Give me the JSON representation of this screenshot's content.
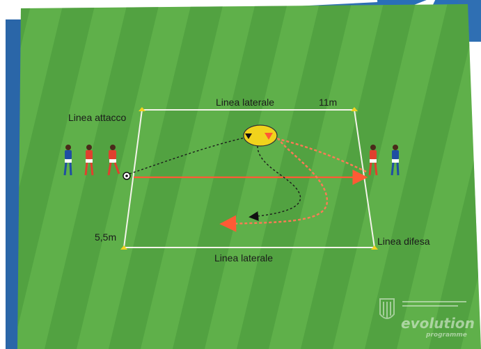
{
  "labels": {
    "top_sideline": "Linea laterale",
    "bottom_sideline": "Linea laterale",
    "attack_line": "Linea attacco",
    "defense_line": "Linea difesa",
    "length": "11m",
    "width": "5,5m"
  },
  "watermark": {
    "brand": "evolution",
    "tagline": "programme"
  },
  "colors": {
    "field_light": "#5fb04a",
    "field_dark": "#47983a",
    "page_blue": "#2f6fb3",
    "field_lines": "#f4f4ea",
    "cone": "#f2d21e",
    "player_red": "#e0402e",
    "player_blue": "#1f4ea3",
    "run_path": "#ff6a45",
    "pass_path": "#1e2a1e",
    "rule_disc": "#f1d31c"
  }
}
